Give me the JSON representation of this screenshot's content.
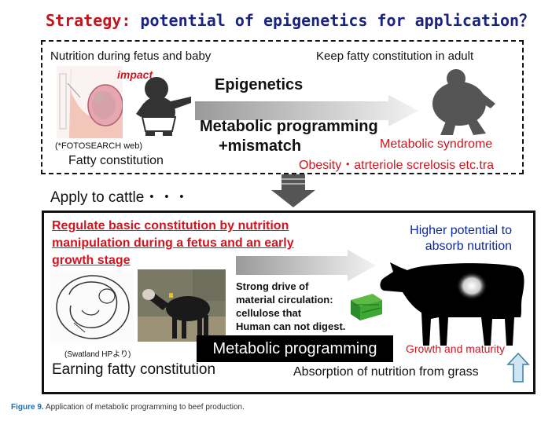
{
  "title": {
    "part1": "Strategy:",
    "part2": "potential of epigenetics for application？"
  },
  "top_box": {
    "left_heading": "Nutrition during fetus and baby",
    "right_heading": "Keep fatty constitution in adult",
    "impact": "impact",
    "epigenetics": "Epigenetics",
    "metabolic_programming": "Metabolic programming",
    "mismatch": "+mismatch",
    "credit": "(*FOTOSEARCH web)",
    "fatty_constitution": "Fatty constitution",
    "metabolic_syndrome": "Metabolic syndrome",
    "diseases": "Obesity・atrteriole screlosis etc.tra"
  },
  "apply": "Apply to cattle・・・",
  "bottom_box": {
    "regulate_line1": "Regulate basic constitution by nutrition",
    "regulate_line2": "manipulation during a fetus and an early",
    "regulate_line3": "growth stage",
    "higher_line1": "Higher potential to",
    "higher_line2": "absorb nutrition",
    "drive_line1": "Strong drive  of",
    "drive_line2": "material circulation:",
    "drive_line3": "cellulose that",
    "drive_line4": "Human can not digest.",
    "swatland_credit": "(Swatland HPより)",
    "metabolic_programming": "Metabolic programming",
    "growth": "Growth and maturity",
    "earning": "Earning fatty constitution",
    "absorption": "Absorption of nutrition from grass"
  },
  "caption": {
    "label": "Figure 9.",
    "text": "Application of metabolic programming to beef production."
  },
  "colors": {
    "red": "#d0161f",
    "navy": "#1a237e",
    "blue": "#0d2a9a",
    "caption_blue": "#1a6bb0"
  }
}
